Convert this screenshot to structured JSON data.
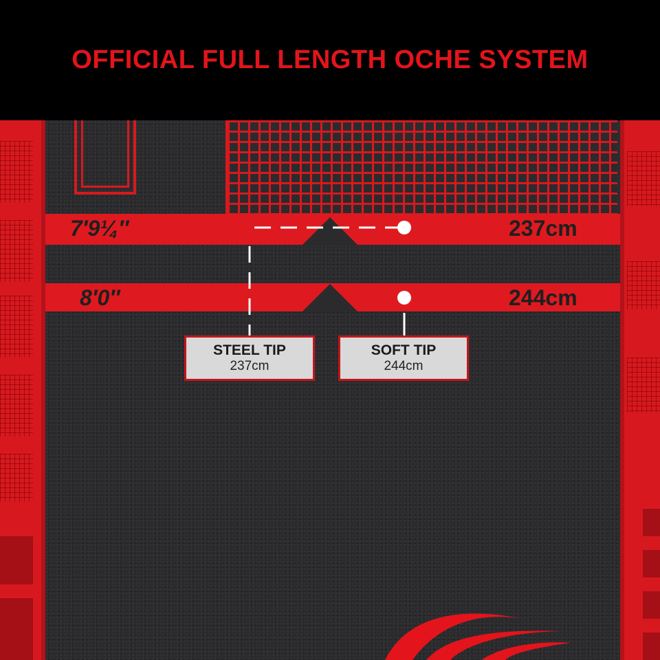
{
  "header": {
    "title": "OFFICIAL FULL LENGTH OCHE SYSTEM"
  },
  "lines": {
    "steel": {
      "imperial": "7′9¼″",
      "metric": "237cm"
    },
    "soft": {
      "imperial": "8′0″",
      "metric": "244cm"
    }
  },
  "labels": {
    "steel": {
      "name": "STEEL TIP",
      "distance": "237cm"
    },
    "soft": {
      "name": "SOFT TIP",
      "distance": "244cm"
    }
  },
  "colors": {
    "brand_red": "#e3141b",
    "mat": "#2b2b2d",
    "header_bg": "#000000"
  }
}
